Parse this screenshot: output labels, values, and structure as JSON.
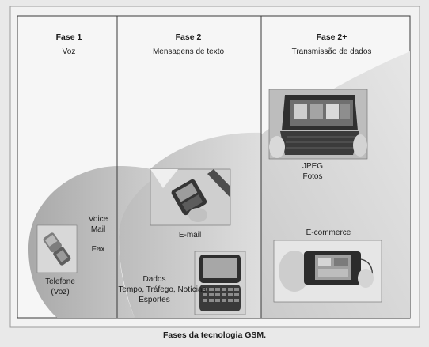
{
  "phases": [
    {
      "title": "Fase 1",
      "subtitle": "Voz"
    },
    {
      "title": "Fase 2",
      "subtitle": "Mensagens de texto"
    },
    {
      "title": "Fase 2+",
      "subtitle": "Transmissão de dados"
    }
  ],
  "labels": {
    "voice_mail_1": "Voice",
    "voice_mail_2": "Mail",
    "fax": "Fax",
    "telefone_1": "Telefone",
    "telefone_2": "(Voz)",
    "email": "E-mail",
    "dados_1": "Dados",
    "dados_2": "Tempo, Tráfego, Notícias",
    "dados_3": "Esportes",
    "jpeg": "JPEG",
    "fotos": "Fotos",
    "ecommerce": "E-commerce"
  },
  "caption": "Fases da tecnologia GSM."
}
